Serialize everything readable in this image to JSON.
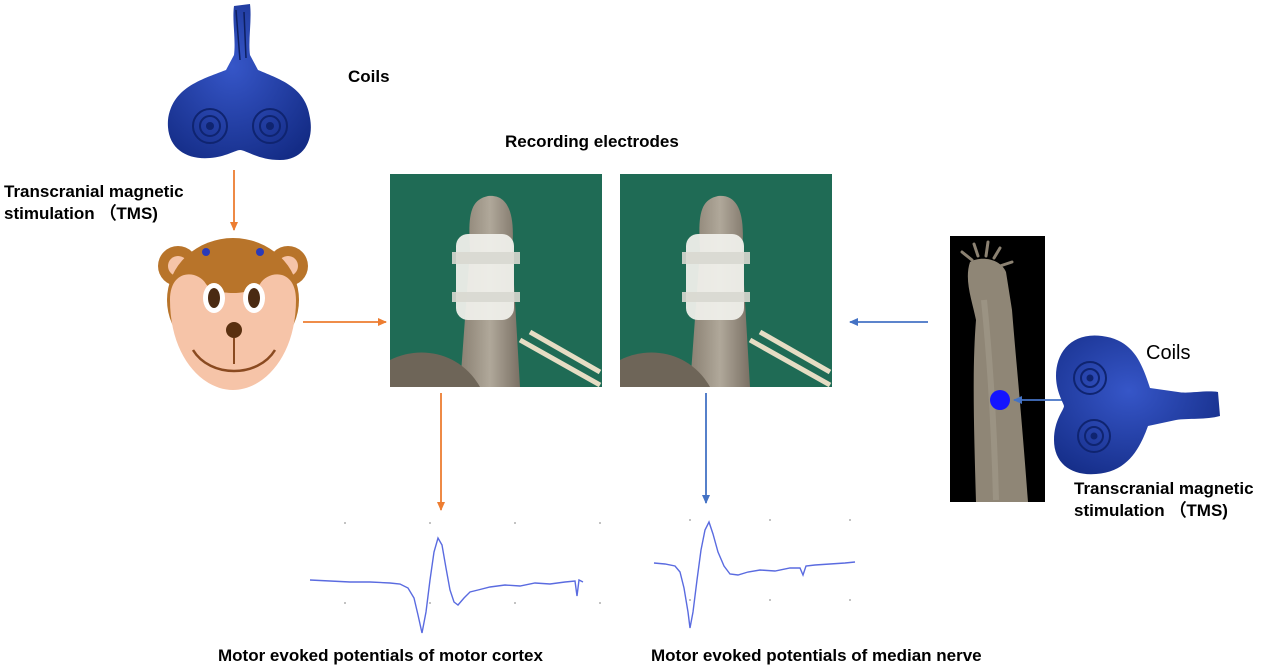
{
  "labels": {
    "coils_top": "Coils",
    "coils_right": "Coils",
    "tms_left_line1": "Transcranial magnetic",
    "tms_left_line2": "stimulation （TMS)",
    "tms_right_line1": "Transcranial magnetic",
    "tms_right_line2": "stimulation （TMS)",
    "recording_electrodes": "Recording electrodes",
    "mep_motor_cortex": "Motor evoked potentials of motor cortex",
    "mep_median_nerve": "Motor evoked potentials of median nerve"
  },
  "colors": {
    "orange_arrow": "#ED7D31",
    "blue_arrow": "#4472C4",
    "coil_blue": "#1E3FA8",
    "waveform": "#5A6BE0",
    "stim_point": "#1414FF",
    "monkey_brown": "#B8742A",
    "monkey_face": "#F6C4A8",
    "green_drape": "#1F6B55"
  },
  "icons": {
    "coil": "figure-eight-coil-icon",
    "monkey": "monkey-head-icon",
    "arm": "monkey-forearm-photo",
    "hand": "wrapped-hand-photo"
  }
}
